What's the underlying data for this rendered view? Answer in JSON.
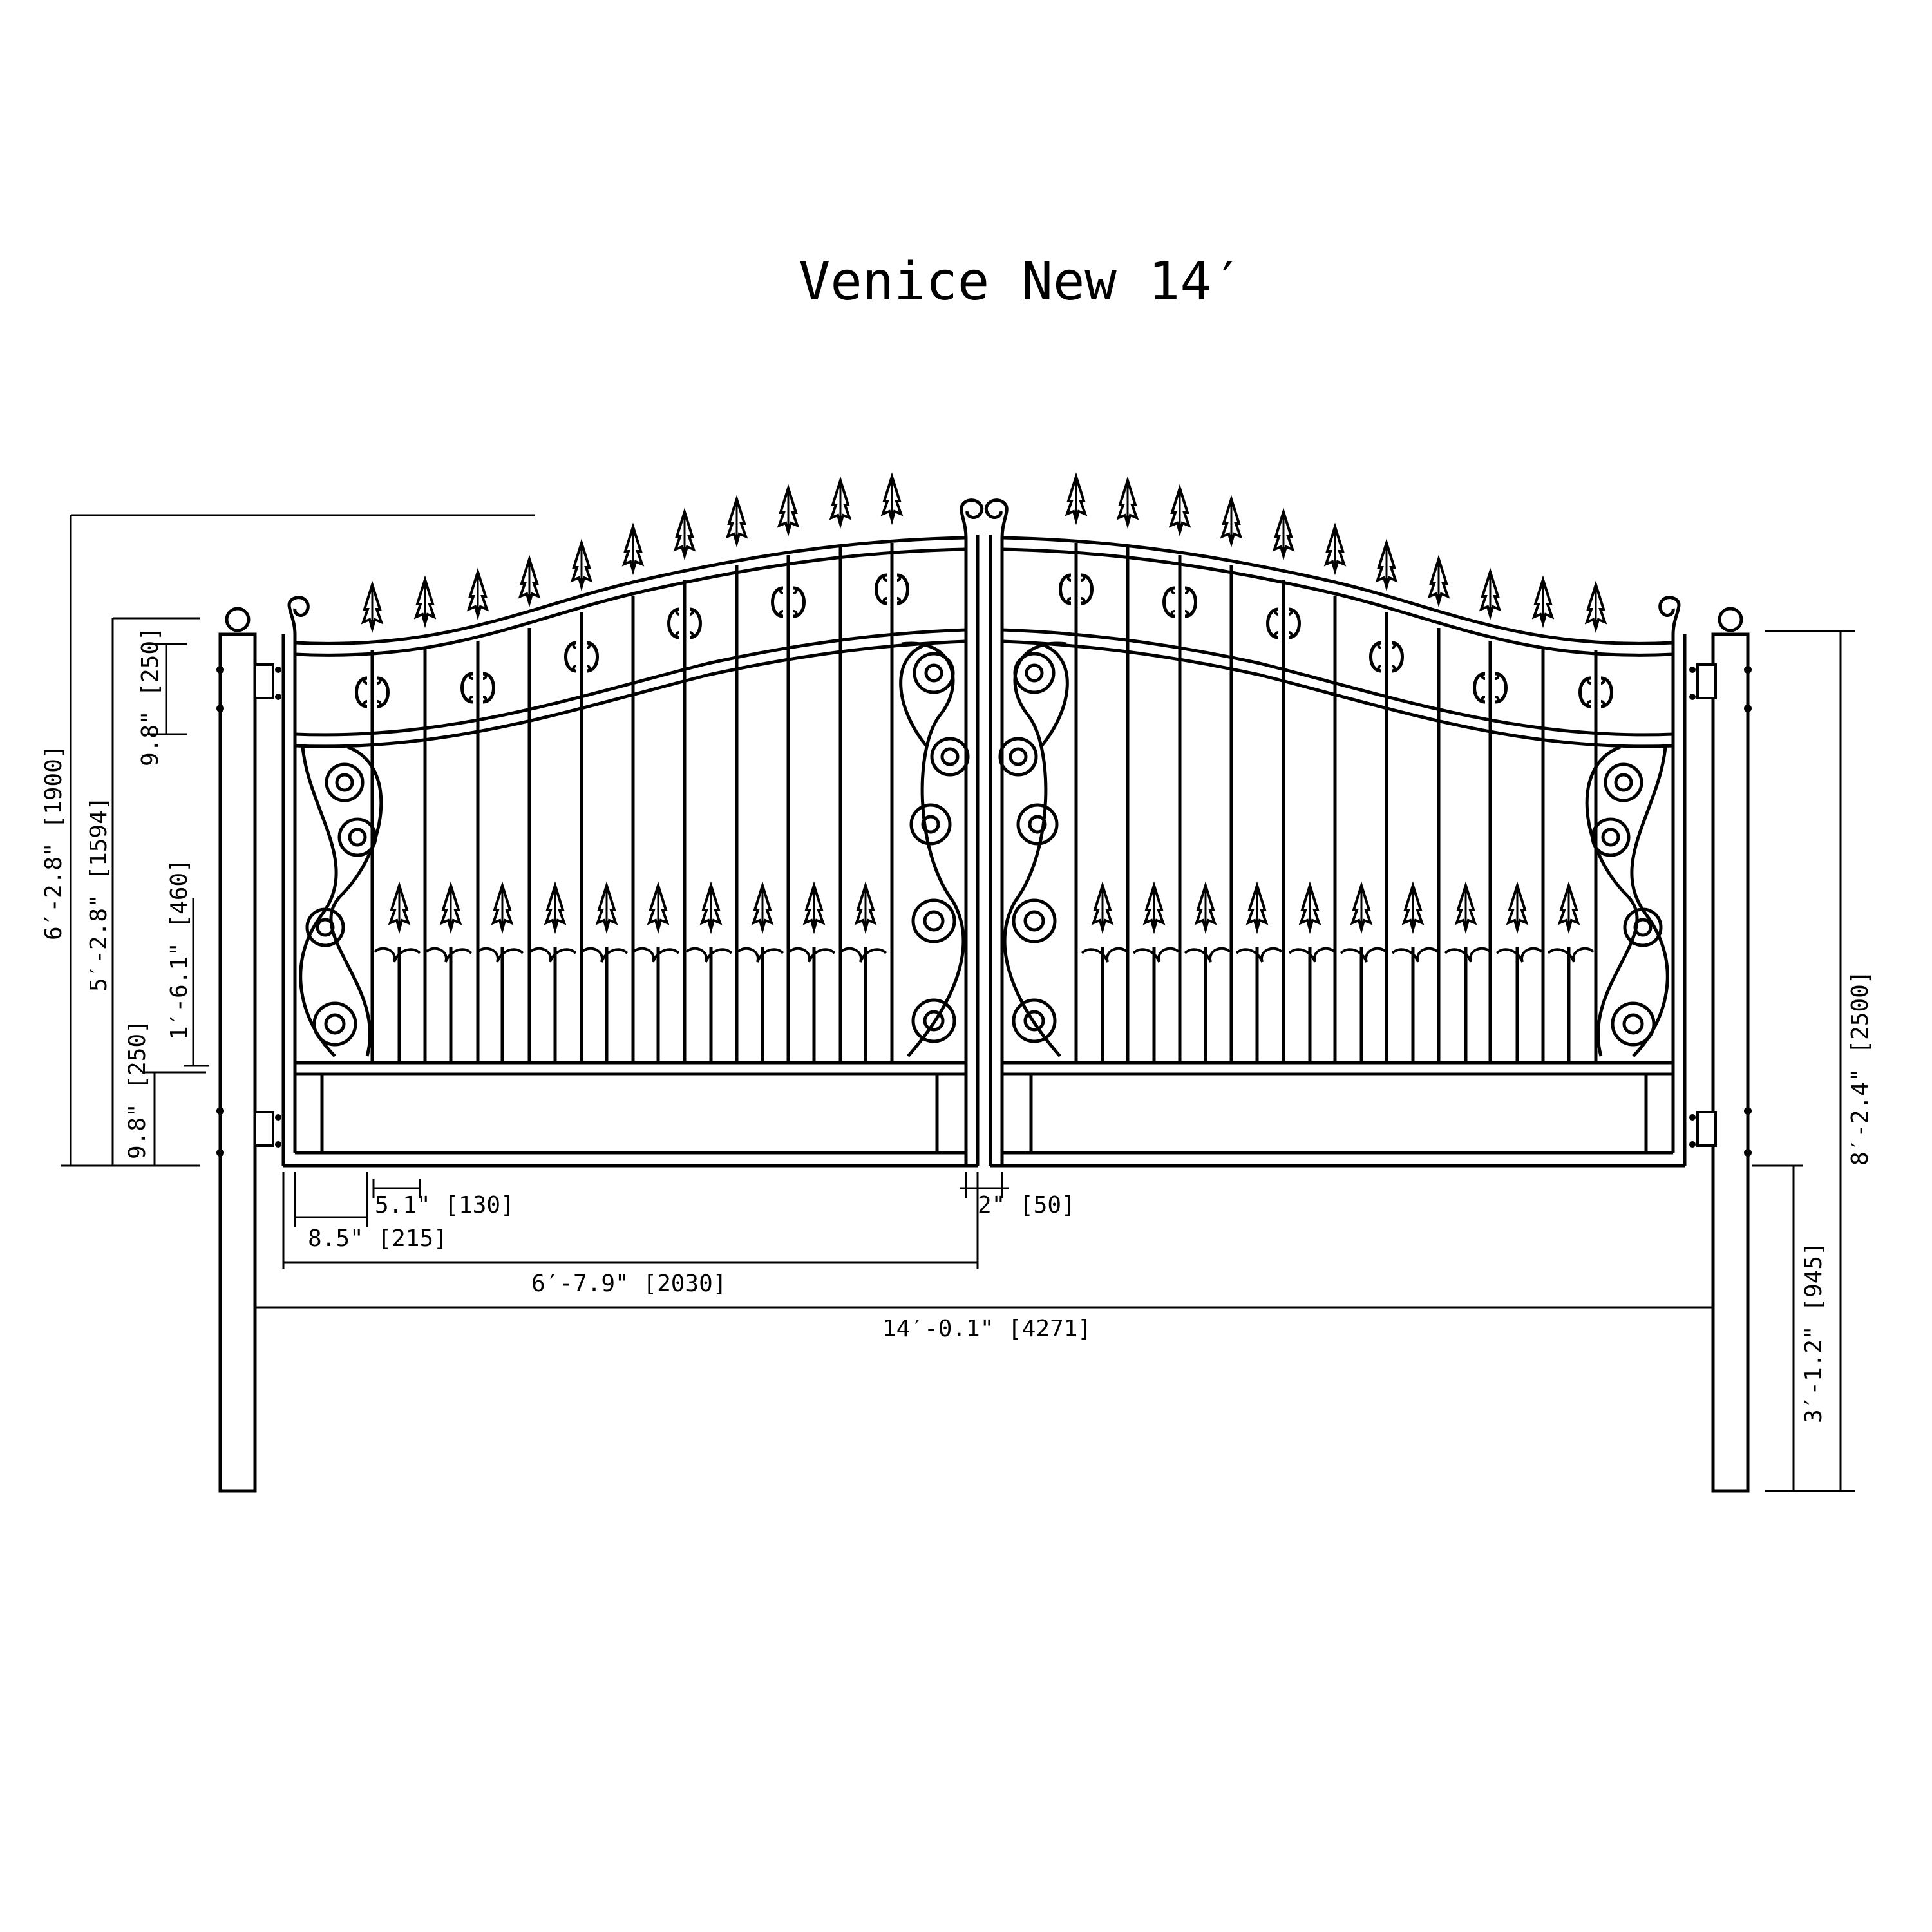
{
  "title": "Venice  New 14′",
  "dimensions": {
    "h_6_2_8": "6′-2.8\" [1900]",
    "h_5_2_8": "5′-2.8\" [1594]",
    "h_9_8_top": "9.8\" [250]",
    "h_1_6_1": "1′-6.1\" [460]",
    "h_9_8_bottom": "9.8\" [250]",
    "w_5_1": "5.1\" [130]",
    "w_8_5": "8.5\" [215]",
    "gap_2": "2\" [50]",
    "w_6_7_9": "6′-7.9\" [2030]",
    "w_14_0_1": "14′-0.1\" [4271]",
    "h_8_2_4": "8′-2.4\" [2500]",
    "h_3_1_2": "3′-1.2\" [945]"
  },
  "colors": {
    "line": "#000000",
    "background": "#ffffff"
  }
}
